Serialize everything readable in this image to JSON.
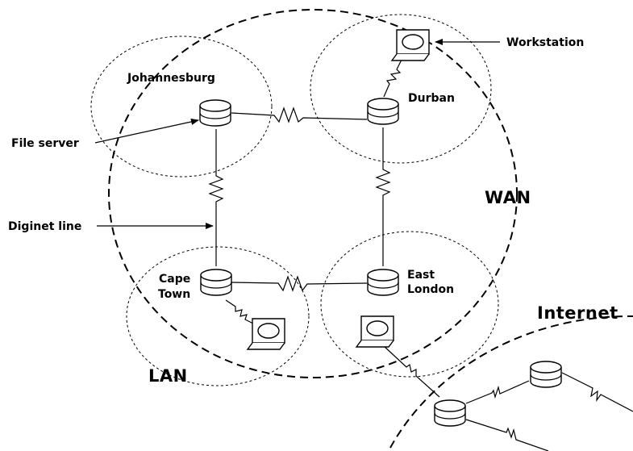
{
  "labels": {
    "johannesburg": "Johannesburg",
    "durban": "Durban",
    "cape_town_1": "Cape",
    "cape_town_2": "Town",
    "east_london_1": "East",
    "east_london_2": "London",
    "workstation": "Workstation",
    "file_server": "File server",
    "diginet_line": "Diginet line",
    "wan": "WAN",
    "lan": "LAN",
    "internet": "Internet"
  }
}
